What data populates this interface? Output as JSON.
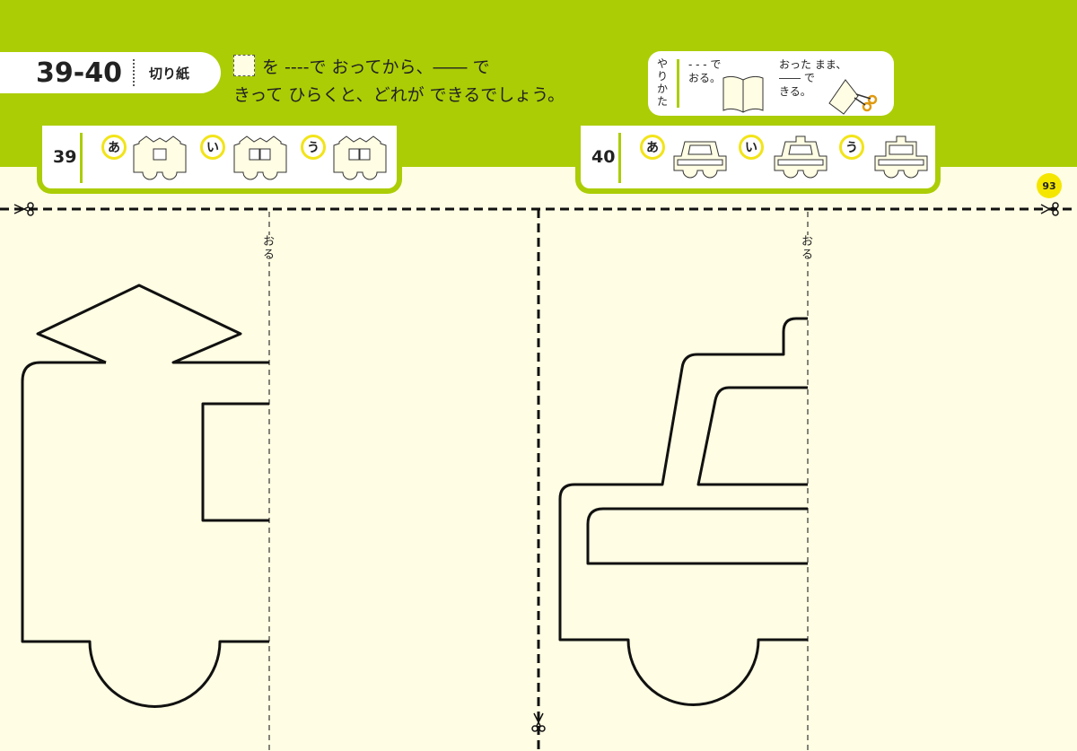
{
  "header": {
    "number": "39-40",
    "category": "切り紙",
    "instruction_line1_a": "を ----で おってから、―― で",
    "instruction_line2": "きって ひらくと、どれが できるでしょう。"
  },
  "howto": {
    "label": "やりかた",
    "step1_a": "- - - で",
    "step1_b": "おる。",
    "step2_a": "おった まま、",
    "step2_b": "―― で",
    "step2_c": "きる。"
  },
  "questions": [
    {
      "number": "39",
      "options": [
        "あ",
        "い",
        "う"
      ]
    },
    {
      "number": "40",
      "options": [
        "あ",
        "い",
        "う"
      ]
    }
  ],
  "page_number": "93",
  "fold_label": "おる",
  "colors": {
    "green": "#abcd05",
    "cream": "#fffde3",
    "yellow": "#f2e418"
  }
}
